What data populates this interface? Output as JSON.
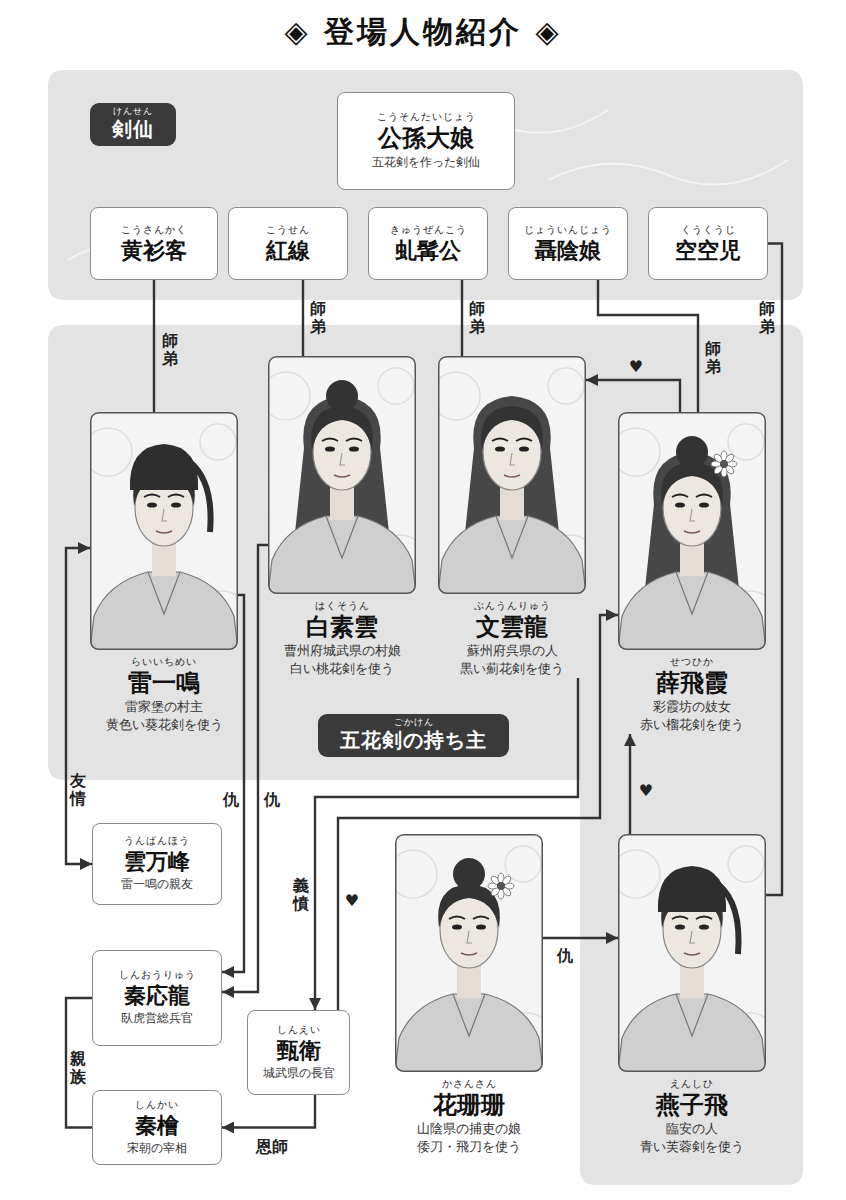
{
  "diagram": {
    "title": "◈ 登場人物紹介 ◈",
    "nodes": [
      {
        "text": [
          "けんせん",
          "剣仙"
        ]
      },
      {
        "text": [
          "こうそんたいじょう",
          "公孫大娘",
          "五花剣を作った剣仙"
        ],
        "in": 0
      },
      {
        "text": [
          "こうさんかく",
          "黄衫客"
        ],
        "in": 0
      },
      {
        "text": [
          "こうせん",
          "紅線"
        ],
        "in": 0
      },
      {
        "text": [
          "きゅうぜんこう",
          "虬髯公"
        ],
        "in": 0
      },
      {
        "text": [
          "じょういんじょう",
          "聶陰娘"
        ],
        "in": 0
      },
      {
        "text": [
          "くうくうじ",
          "空空児"
        ],
        "in": 0
      },
      {
        "text": [
          "ごかけん",
          "五花剣の持ち主"
        ]
      },
      {
        "text": [
          "らいいちめい",
          "雷一鳴",
          "雷家堡の村主",
          "黄色い葵花剣を使う"
        ],
        "in": 7
      },
      {
        "text": [
          "はくそうん",
          "白素雲",
          "曹州府城武県の村娘",
          "白い桃花剣を使う"
        ],
        "in": 7
      },
      {
        "text": [
          "ぶんうんりゅう",
          "文雲龍",
          "蘇州府呉県の人",
          "黒い薊花剣を使う"
        ],
        "in": 7
      },
      {
        "text": [
          "せつひか",
          "薛飛霞",
          "彩霞坊の妓女",
          "赤い榴花剣を使う"
        ],
        "in": 7
      },
      {
        "text": [
          "うんばんほう",
          "雲万峰",
          "雷一鳴の親友"
        ]
      },
      {
        "text": [
          "しんおうりゅう",
          "秦応龍",
          "臥虎営総兵官"
        ]
      },
      {
        "text": [
          "しんえい",
          "甄衛",
          "城武県の長官"
        ]
      },
      {
        "text": [
          "かさんさん",
          "花珊珊",
          "山陰県の捕吏の娘",
          "倭刀・飛刀を使う"
        ]
      },
      {
        "text": [
          "えんしひ",
          "燕子飛",
          "臨安の人",
          "青い芙蓉剣を使う"
        ],
        "in": 7
      },
      {
        "text": [
          "しんかい",
          "秦檜",
          "宋朝の宰相"
        ]
      }
    ],
    "edges": [
      {
        "from": 2,
        "to": 8,
        "arrow": "none",
        "label": "師弟"
      },
      {
        "from": 3,
        "to": 9,
        "arrow": "none",
        "label": "師弟"
      },
      {
        "from": 4,
        "to": 10,
        "arrow": "none",
        "label": "師弟"
      },
      {
        "from": 5,
        "to": 11,
        "arrow": "none",
        "label": "師弟"
      },
      {
        "from": 6,
        "to": 16,
        "arrow": "none",
        "label": "師弟"
      },
      {
        "from": 11,
        "to": 10,
        "arrow": "to",
        "label": "♥"
      },
      {
        "from": 8,
        "to": 12,
        "arrow": "both",
        "label": "友情"
      },
      {
        "from": 8,
        "to": 13,
        "arrow": "to",
        "label": "仇"
      },
      {
        "from": 9,
        "to": 13,
        "arrow": "to",
        "label": "仇"
      },
      {
        "from": 10,
        "to": 14,
        "arrow": "to",
        "label": "義憤"
      },
      {
        "from": 14,
        "to": 11,
        "arrow": "to",
        "label": "♥"
      },
      {
        "from": 13,
        "to": 17,
        "arrow": "none",
        "label": "親族"
      },
      {
        "from": 14,
        "to": 17,
        "arrow": "to",
        "label": "恩師"
      },
      {
        "from": 15,
        "to": 16,
        "arrow": "to",
        "label": "仇"
      },
      {
        "from": 16,
        "to": 11,
        "arrow": "to",
        "label": "♥"
      }
    ]
  }
}
